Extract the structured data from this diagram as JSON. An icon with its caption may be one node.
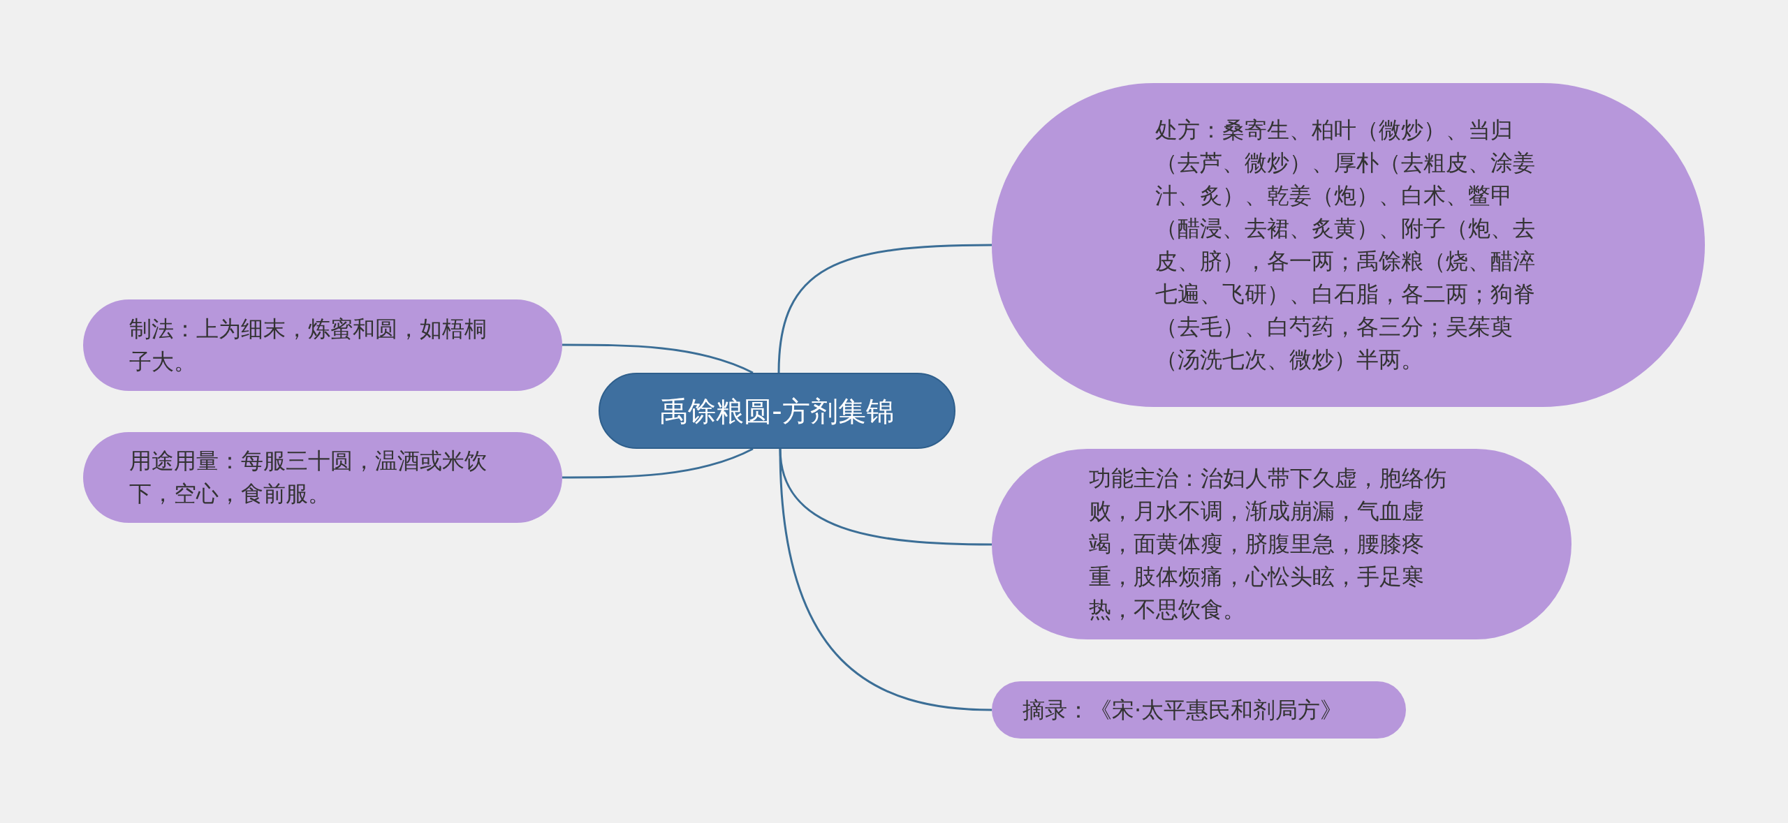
{
  "diagram": {
    "nodes": [
      {
        "text": [
          "禹馀粮圆-方剂集锦"
        ]
      },
      {
        "text": [
          "处方：桑寄生、柏叶（微炒）、当归（去芦、微炒）、厚朴（去粗皮、涂姜汁、炙）、乾姜（炮）、白术、鳖甲（醋浸、去裙、炙黄）、附子（炮、去皮、脐），各一两；禹馀粮（烧、醋淬七遍、飞研）、白石脂，各二两；狗脊（去毛）、白芍药，各三分；吴茱萸（汤洗七次、微炒）半两。"
        ]
      },
      {
        "text": [
          "功能主治：治妇人带下久虚，胞络伤败，月水不调，渐成崩漏，气血虚竭，面黄体瘦，脐腹里急，腰膝疼重，肢体烦痛，心忪头眩，手足寒热，不思饮食。"
        ]
      },
      {
        "text": [
          "摘录：《宋·太平惠民和剂局方》"
        ]
      },
      {
        "text": [
          "制法：上为细末，炼蜜和圆，如梧桐子大。"
        ]
      },
      {
        "text": [
          "用途用量：每服三十圆，温酒或米饮下，空心，食前服。"
        ]
      }
    ],
    "edges": [
      {
        "from": 0,
        "to": 1,
        "arrow": "none"
      },
      {
        "from": 0,
        "to": 2,
        "arrow": "none"
      },
      {
        "from": 0,
        "to": 3,
        "arrow": "none"
      },
      {
        "from": 0,
        "to": 4,
        "arrow": "none"
      },
      {
        "from": 0,
        "to": 5,
        "arrow": "none"
      }
    ]
  }
}
